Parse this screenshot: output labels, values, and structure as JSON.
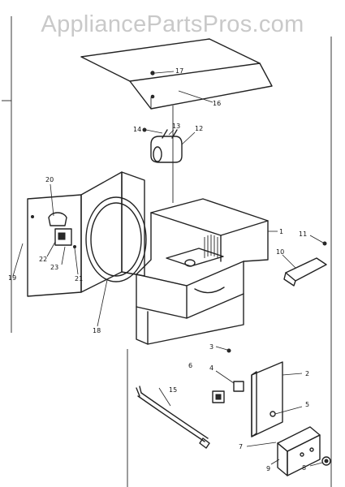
{
  "watermark": "AppliancePartsPros.com",
  "callouts": {
    "c1": "1",
    "c2": "2",
    "c3": "3",
    "c4": "4",
    "c5": "5",
    "c6": "6",
    "c7": "7",
    "c8": "8",
    "c9": "9",
    "c10": "10",
    "c11": "11",
    "c12": "12",
    "c13": "13",
    "c14": "14",
    "c15": "15",
    "c16": "16",
    "c17": "17",
    "c18": "18",
    "c19": "19",
    "c20": "20",
    "c21": "21",
    "c22": "22",
    "c23": "23"
  }
}
